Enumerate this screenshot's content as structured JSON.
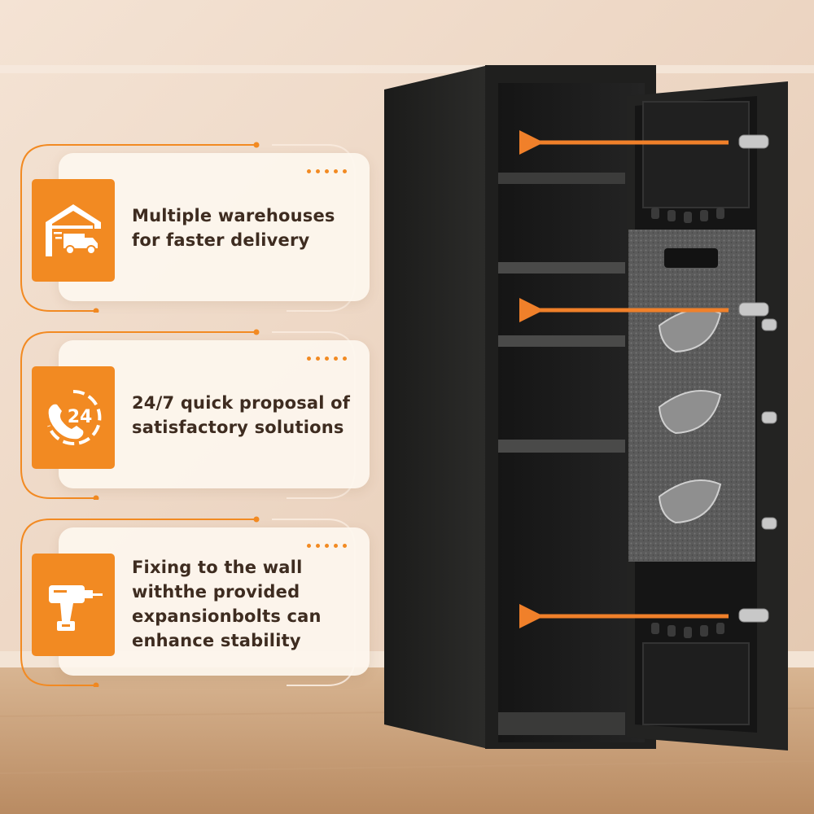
{
  "theme": {
    "accent": "#f28a22",
    "text": "#3e2c20",
    "card_bg": "#fdf6ee"
  },
  "features": [
    {
      "text": "Multiple warehouses\nfor faster delivery",
      "icon": "warehouse-truck-icon"
    },
    {
      "text": "24/7 quick proposal of\nsatisfactory solutions",
      "icon": "phone-24-icon",
      "badge": "24"
    },
    {
      "text": "Fixing to the wall\nwiththe provided\nexpansionbolts can\nenhance stability",
      "icon": "power-drill-icon"
    }
  ]
}
